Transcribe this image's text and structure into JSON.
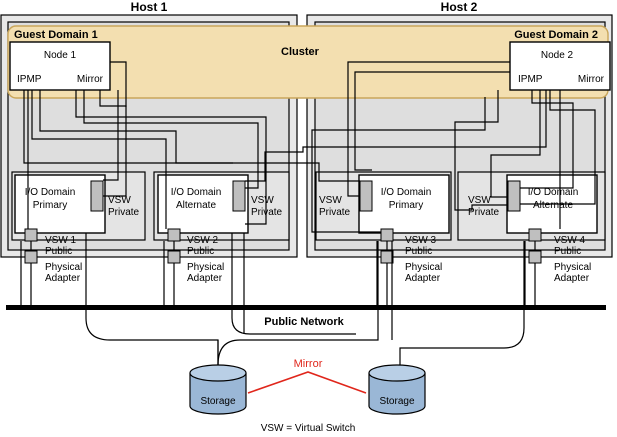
{
  "hosts": [
    "Host 1",
    "Host 2"
  ],
  "guest_domains": [
    "Guest Domain 1",
    "Guest Domain 2"
  ],
  "cluster": "Cluster",
  "nodes": [
    {
      "name": "Node 1",
      "ipmp": "IPMP",
      "mirror": "Mirror"
    },
    {
      "name": "Node 2",
      "ipmp": "IPMP",
      "mirror": "Mirror"
    }
  ],
  "io_domains": [
    {
      "line1": "I/O Domain",
      "line2": "Primary"
    },
    {
      "line1": "I/O Domain",
      "line2": "Alternate"
    },
    {
      "line1": "I/O Domain",
      "line2": "Primary"
    },
    {
      "line1": "I/O Domain",
      "line2": "Alternate"
    }
  ],
  "vsw_private": {
    "line1": "VSW",
    "line2": "Private"
  },
  "vsw_public": [
    {
      "line1": "VSW 1",
      "line2": "Public"
    },
    {
      "line1": "VSW 2",
      "line2": "Public"
    },
    {
      "line1": "VSW 3",
      "line2": "Public"
    },
    {
      "line1": "VSW 4",
      "line2": "Public"
    }
  ],
  "physical_adapter": {
    "line1": "Physical",
    "line2": "Adapter"
  },
  "public_network": "Public Network",
  "storage": [
    "Storage",
    "Storage"
  ],
  "storage_mirror": "Mirror",
  "legend": "VSW = Virtual Switch",
  "colors": {
    "cluster_fill": "#f3dfb0",
    "cluster_stroke": "#c9a65a",
    "mirror_line": "#e0261b",
    "storage_fill": "#9ab7d6"
  }
}
